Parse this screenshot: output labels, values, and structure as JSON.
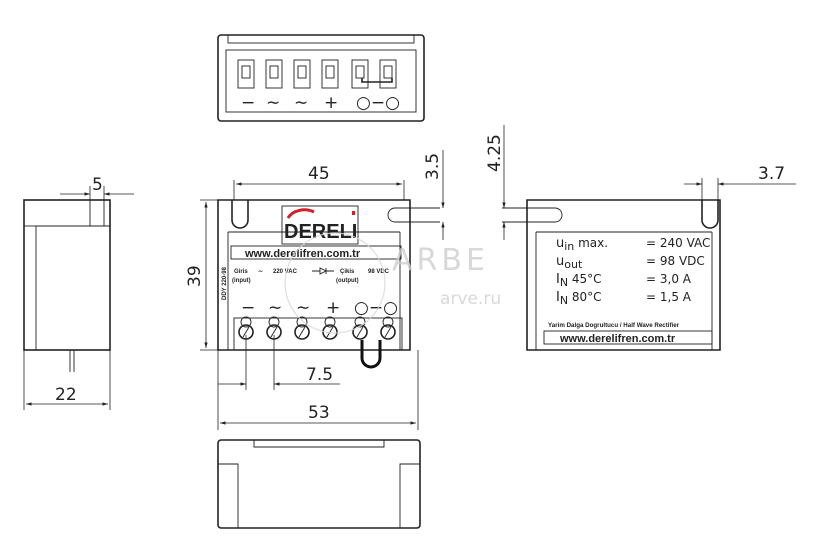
{
  "dimensions": {
    "width_45": "45",
    "height_39": "39",
    "slot_3_5": "3.5",
    "slot_4_25": "4.25",
    "slot_3_7": "3.7",
    "depth_5": "5",
    "depth_22": "22",
    "pitch_7_5": "7.5",
    "overall_53": "53"
  },
  "front": {
    "logo": "DERELI",
    "url": "www.derelifren.com.tr",
    "model": "DDY 220-98",
    "input_label": "Giris",
    "input_label_en": "(input)",
    "input_voltage": "220  VAC",
    "output_label": "Çikis",
    "output_label_en": "(output)",
    "output_voltage": "98  VDC",
    "terminal_symbols": [
      "−",
      "∼",
      "∼",
      "+",
      "○−○"
    ]
  },
  "top": {
    "terminal_symbols": [
      "−",
      "∼",
      "∼",
      "+",
      "○−○"
    ]
  },
  "rating_plate": {
    "rows": [
      {
        "label": "u",
        "sub": "in",
        "suffix": " max.",
        "value": "= 240  VAC"
      },
      {
        "label": "u",
        "sub": "out",
        "suffix": "",
        "value": "= 98  VDC"
      },
      {
        "label": "I",
        "sub": "N",
        "suffix": "  45°C",
        "value": "= 3,0  A"
      },
      {
        "label": "I",
        "sub": "N",
        "suffix": "  80°C",
        "value": "= 1,5  A"
      }
    ],
    "description": "Yarim  Dalga  Dogrultucu  /  Half  Wave  Rectifier",
    "url": "www.derelifren.com.tr"
  },
  "watermark": {
    "brand": "ARBE",
    "site": "arve.ru"
  },
  "colors": {
    "line": "#222222",
    "logo_red": "#d0202a",
    "watermark": "#cfcfcf"
  }
}
